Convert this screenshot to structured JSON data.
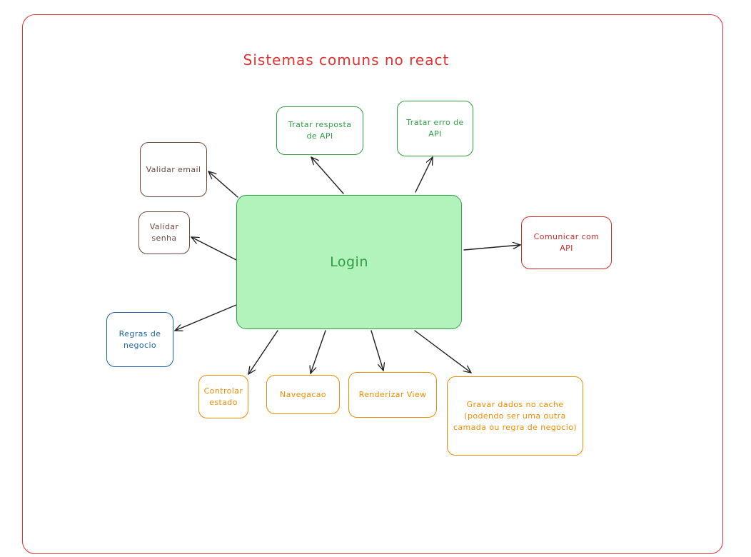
{
  "title": "Sistemas comuns no react",
  "center": {
    "label": "Login"
  },
  "nodes": {
    "validar_email": {
      "label": "Validar email"
    },
    "validar_senha": {
      "label": "Validar\nsenha"
    },
    "regras_negocio": {
      "label": "Regras de\nnegocio"
    },
    "tratar_resposta": {
      "label": "Tratar resposta\nde API"
    },
    "tratar_erro": {
      "label": "Tratar erro de\nAPI"
    },
    "comunicar_api": {
      "label": "Comunicar com API"
    },
    "controlar_estado": {
      "label": "Controlar\nestado"
    },
    "navegacao": {
      "label": "Navegacao"
    },
    "renderizar_view": {
      "label": "Renderizar View"
    },
    "gravar_cache": {
      "label": "Gravar dados no cache\n(podendo ser uma outra\ncamada ou regra de negocio)"
    }
  },
  "colors": {
    "frame": "#e03131",
    "title": "#e03131",
    "center_fill": "#b2f2bb",
    "center_stroke": "#2f9e44",
    "brown": "#6b4a3f",
    "green": "#2f9e44",
    "red": "#c92a2a",
    "blue": "#1864ab",
    "orange": "#f08c00",
    "arrow": "#1e1e1e"
  }
}
